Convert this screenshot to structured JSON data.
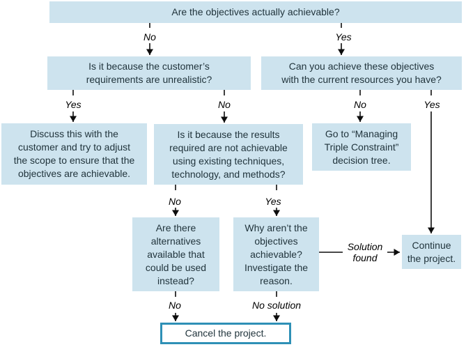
{
  "diagram": {
    "type": "decision-tree",
    "boxes": {
      "achievable": {
        "text_lines": [
          "Are the objectives actually achievable?"
        ]
      },
      "customer_requirements": {
        "text_lines": [
          "Is it because the customer’s",
          "requirements are unrealistic?"
        ]
      },
      "current_resources": {
        "text_lines": [
          "Can you achieve these objectives",
          "with the current resources you have?"
        ]
      },
      "discuss_customer": {
        "text_lines": [
          "Discuss this with the",
          "customer and try to adjust",
          "the scope to ensure that the",
          "objectives are achievable."
        ]
      },
      "results_achievable": {
        "text_lines": [
          "Is it because the results",
          "required are not achievable",
          "using existing techniques,",
          "technology, and methods?"
        ]
      },
      "triple_constraint": {
        "text_lines": [
          "Go to “Managing",
          "Triple Constraint”",
          "decision tree."
        ]
      },
      "alternatives": {
        "text_lines": [
          "Are there",
          "alternatives",
          "available that",
          "could be used",
          "instead?"
        ]
      },
      "why_not_achievable": {
        "text_lines": [
          "Why aren’t the",
          "objectives",
          "achievable?",
          "Investigate the",
          "reason."
        ]
      },
      "continue_project": {
        "text_lines": [
          "Continue",
          "the project."
        ]
      },
      "cancel_project": {
        "text_lines": [
          "Cancel the project."
        ]
      }
    },
    "branch_labels": {
      "objectives_no": "No",
      "objectives_yes": "Yes",
      "customer_yes": "Yes",
      "customer_no": "No",
      "resources_no": "No",
      "resources_yes": "Yes",
      "results_no": "No",
      "results_yes": "Yes",
      "alternatives_no": "No",
      "no_solution": "No solution",
      "solution_found": [
        "Solution",
        "found"
      ]
    },
    "colors": {
      "background": "#ffffff",
      "box_fill": "#cde3ee",
      "box_text": "#21343c",
      "arrow": "#0d0d0d",
      "label_text": "#000000",
      "cancel_border": "#2e90b6"
    }
  }
}
